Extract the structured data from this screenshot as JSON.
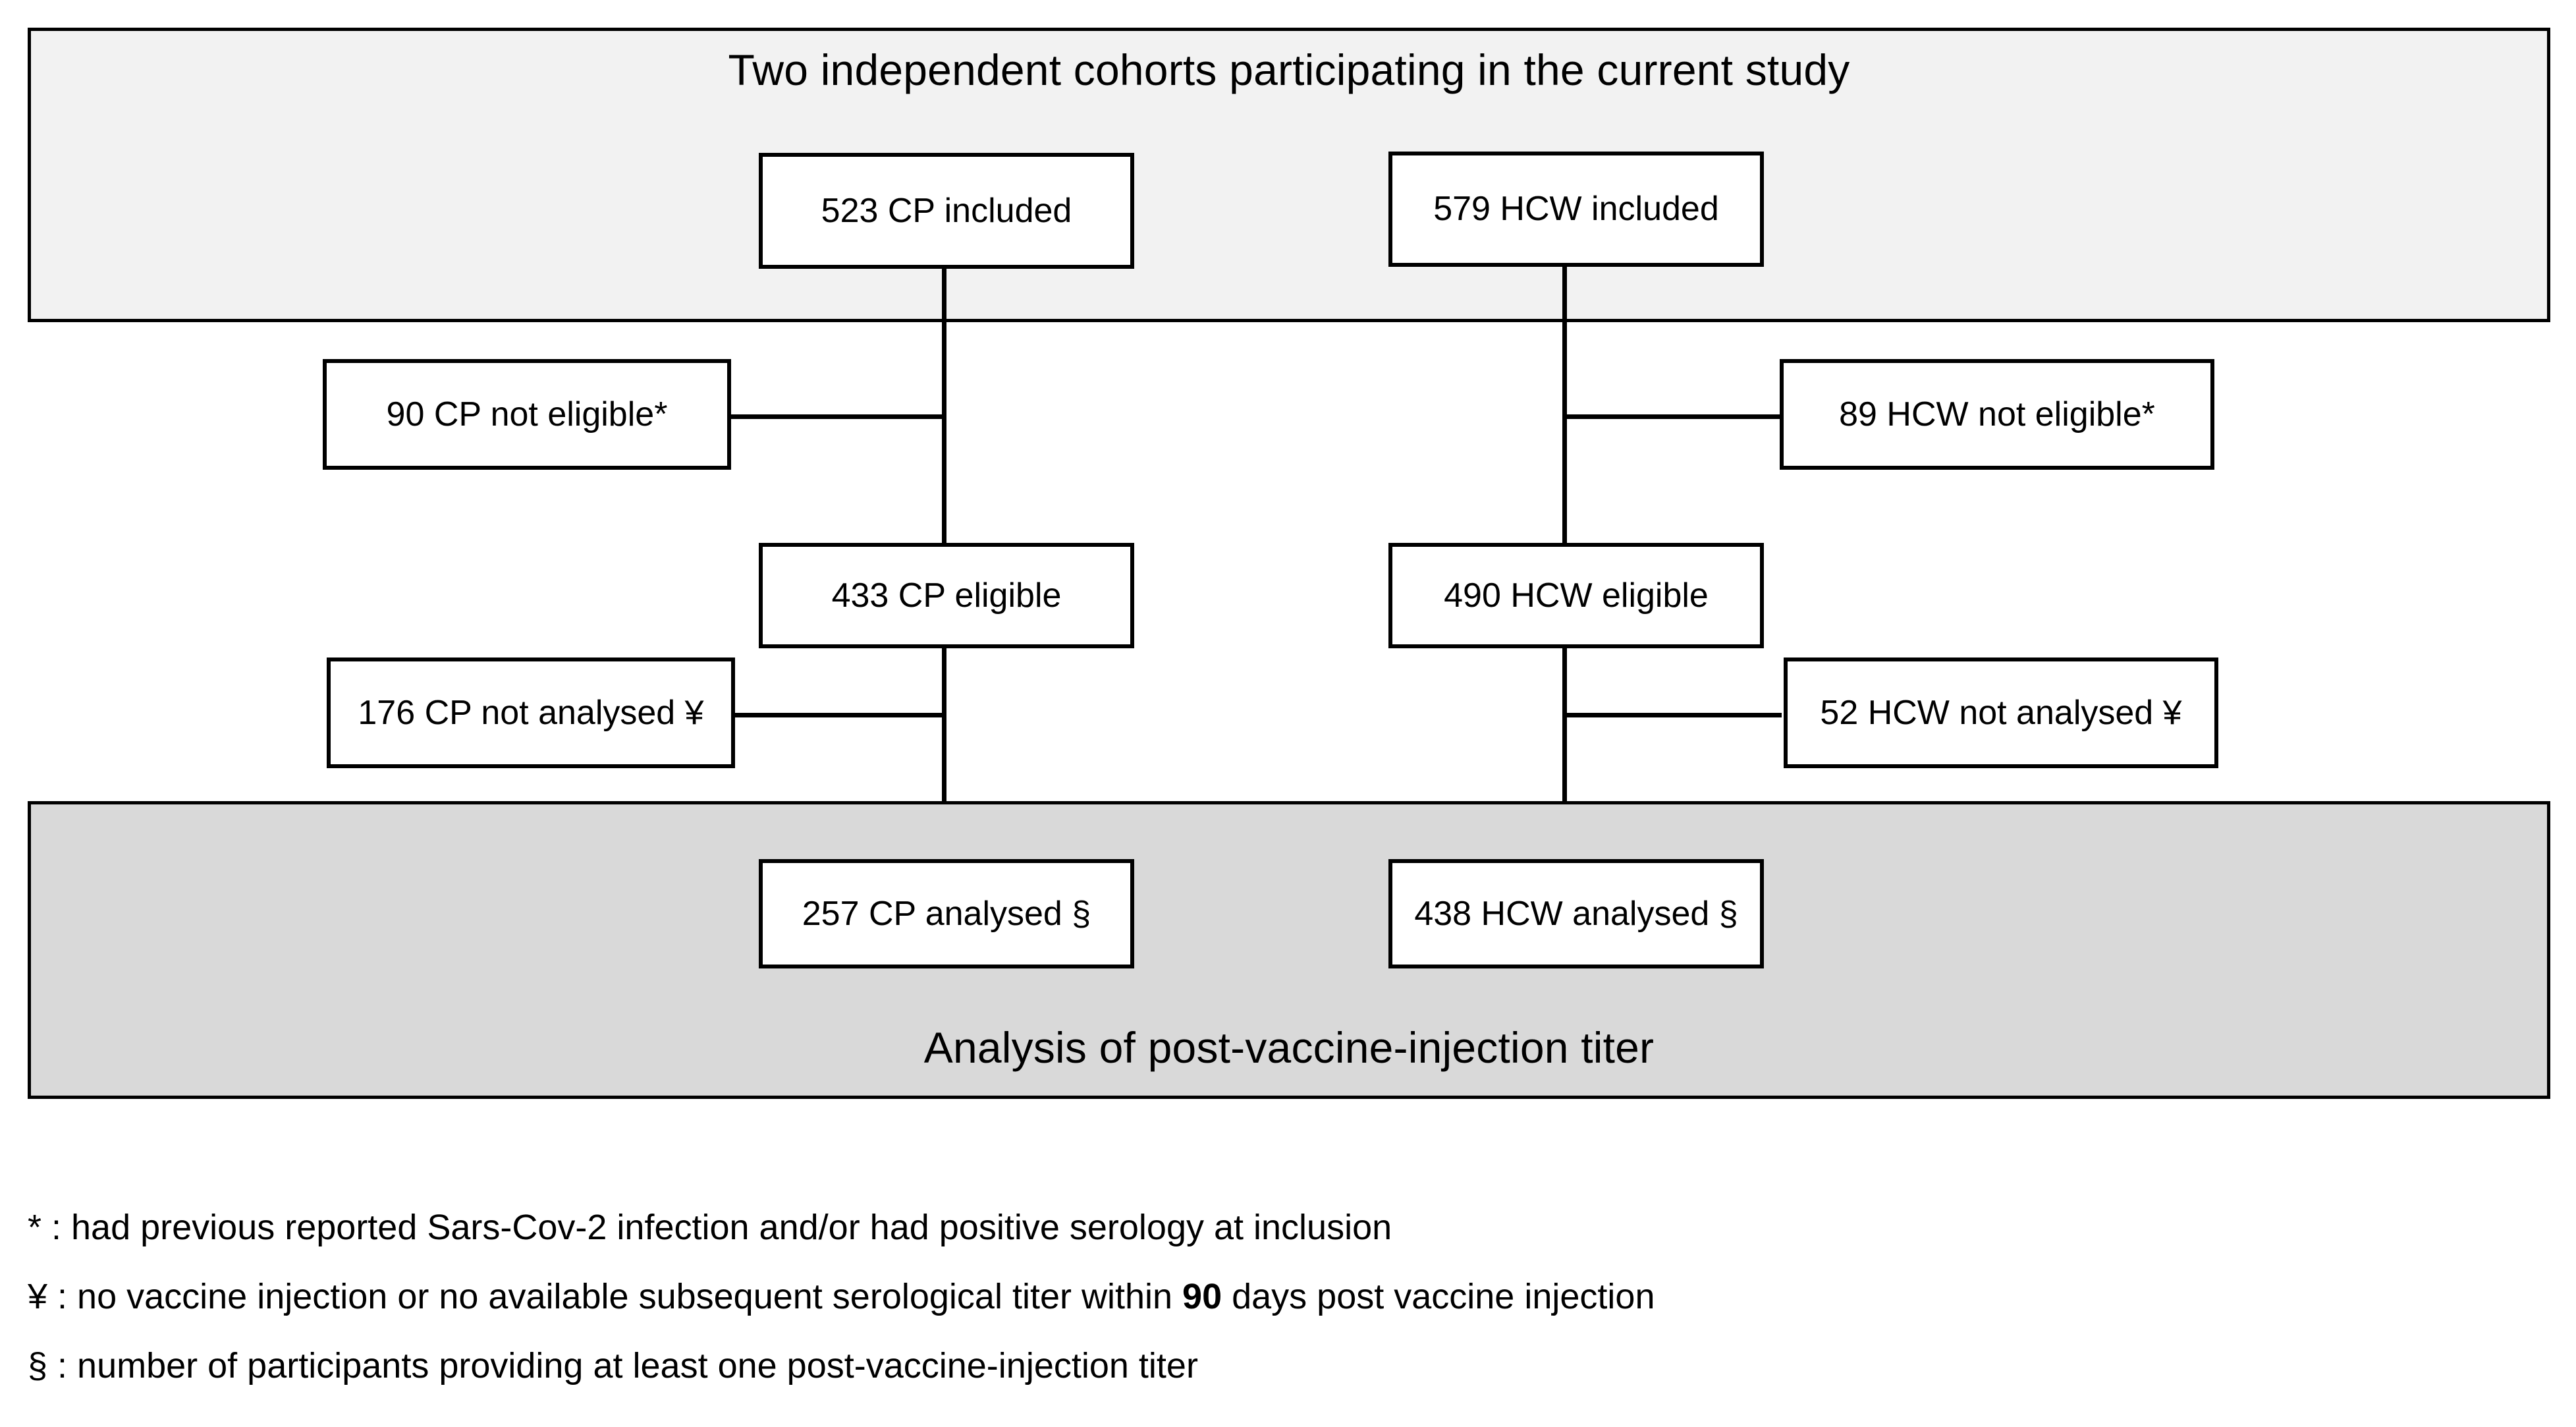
{
  "figure": {
    "type": "flowchart",
    "top_banner": {
      "title": "Two independent cohorts participating in the current study",
      "background_color": "#f2f2f2"
    },
    "bottom_banner": {
      "title": "Analysis of post-vaccine-injection titer",
      "background_color": "#d9d9d9"
    },
    "columns": [
      {
        "name": "CP",
        "nodes": [
          {
            "id": "cp-included",
            "label": "523 CP included"
          },
          {
            "id": "cp-eligible",
            "label": "433 CP eligible"
          },
          {
            "id": "cp-analysed",
            "label": "257 CP analysed §"
          }
        ],
        "exclusions": [
          {
            "id": "cp-not-eligible",
            "label": "90 CP not eligible*"
          },
          {
            "id": "cp-not-analysed",
            "label": "176 CP not analysed ¥"
          }
        ]
      },
      {
        "name": "HCW",
        "nodes": [
          {
            "id": "hcw-included",
            "label": "579 HCW included"
          },
          {
            "id": "hcw-eligible",
            "label": "490 HCW eligible"
          },
          {
            "id": "hcw-analysed",
            "label": "438 HCW analysed §"
          }
        ],
        "exclusions": [
          {
            "id": "hcw-not-eligible",
            "label": "89 HCW not eligible*"
          },
          {
            "id": "hcw-not-analysed",
            "label": "52 HCW not analysed ¥"
          }
        ]
      }
    ],
    "footnotes": [
      {
        "symbol": "*",
        "parts": [
          {
            "text": "* : had previous reported Sars-Cov-2 infection and/or had positive serology at inclusion",
            "bold": false
          }
        ]
      },
      {
        "symbol": "¥",
        "parts": [
          {
            "text": "¥ : no vaccine injection or no available subsequent serological titer within ",
            "bold": false
          },
          {
            "text": "90",
            "bold": true
          },
          {
            "text": " days post vaccine injection",
            "bold": false
          }
        ]
      },
      {
        "symbol": "§",
        "parts": [
          {
            "text": "§ : number of participants providing at least one post-vaccine-injection titer",
            "bold": false
          }
        ]
      }
    ],
    "colors": {
      "line": "#000000",
      "node_fill": "#ffffff",
      "page": "#ffffff"
    }
  }
}
